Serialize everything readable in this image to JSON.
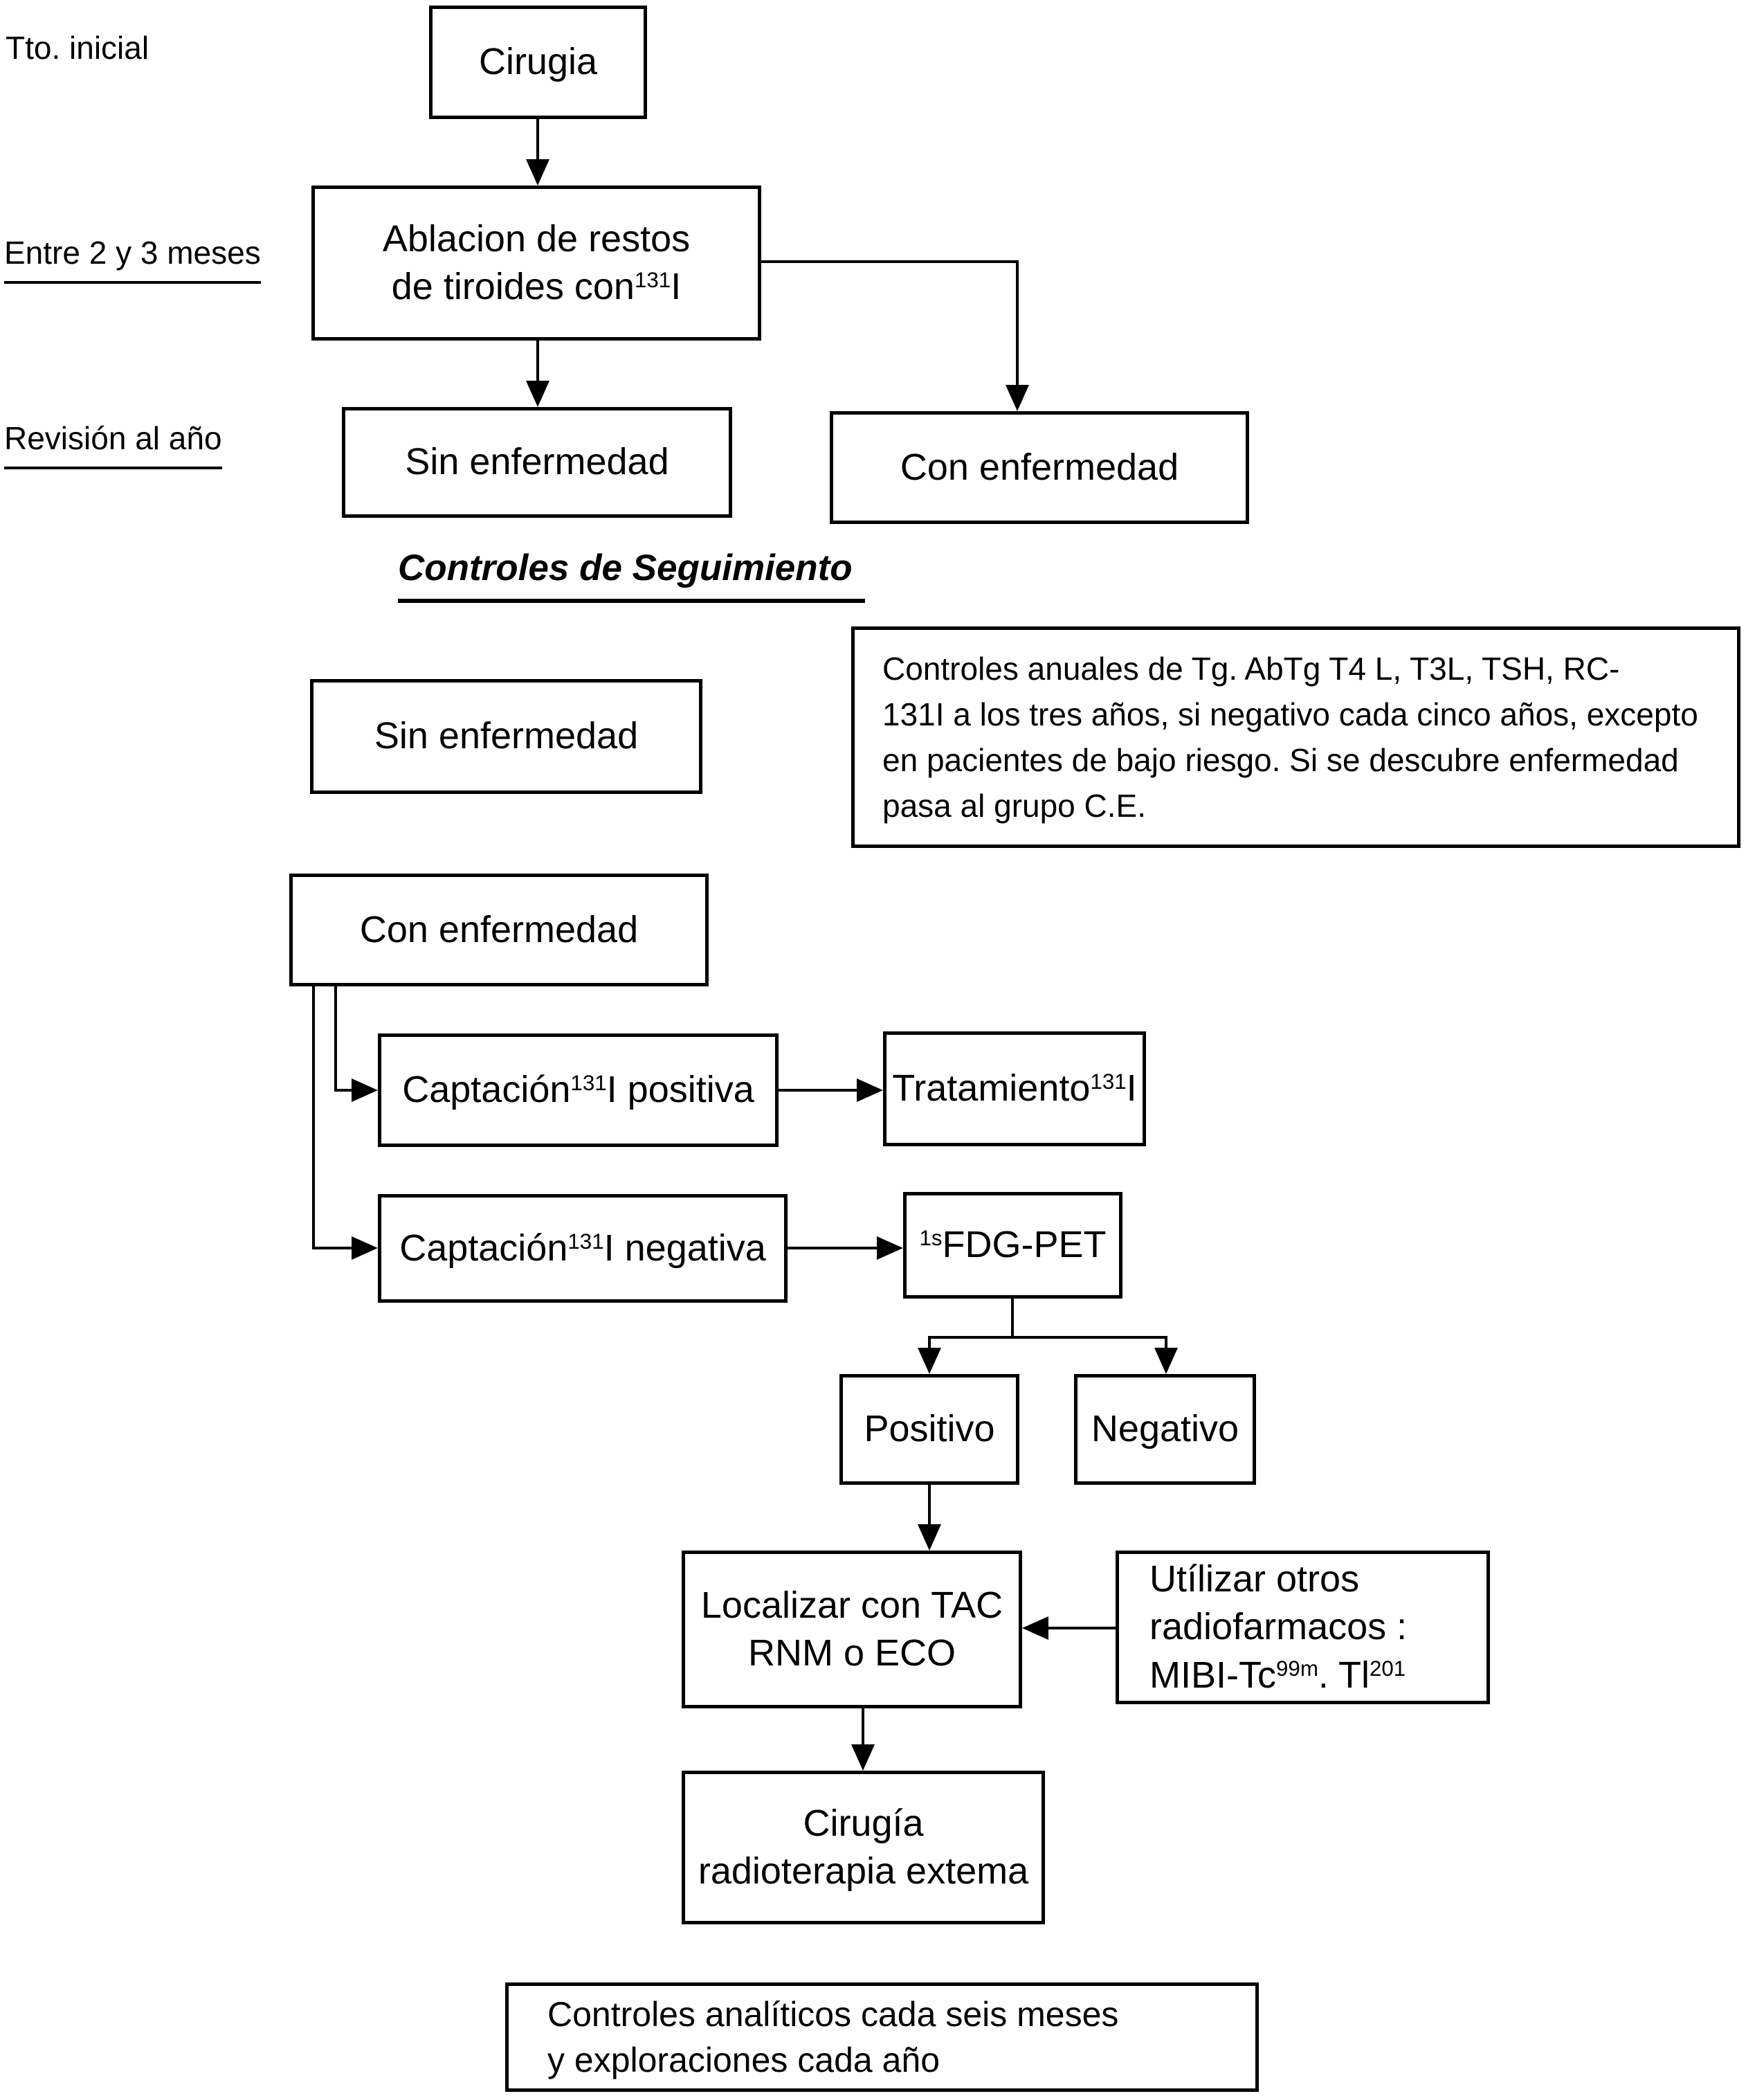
{
  "page": {
    "background": "#ffffff",
    "line_color": "#000000",
    "text_color": "#000000"
  },
  "labels": {
    "tto_inicial": "Tto. inicial",
    "entre_2_y_3_meses": "Entre 2 y 3 meses",
    "revision_al_ano": "Revisión al año",
    "heading": "Controles de Seguimiento"
  },
  "boxes": {
    "cirugia": {
      "label": "Cirugia"
    },
    "ablacion": {
      "line1": "Ablacion de restos",
      "line2_pre": "de tiroides con",
      "line2_sup": "131",
      "line2_post": "I"
    },
    "sin_enfermedad_1": {
      "label": "Sin enfermedad"
    },
    "con_enfermedad_1": {
      "label": "Con enfermedad"
    },
    "sin_enfermedad_2": {
      "label": "Sin enfermedad"
    },
    "controles_anuales": {
      "line1": "Controles anuales de Tg. AbTg T4 L, T3L, TSH, RC-",
      "line2": "131I a los tres años, si negativo cada cinco años, excepto",
      "line3": "en pacientes de bajo riesgo. Si se descubre enfermedad",
      "line4": "pasa al grupo C.E."
    },
    "con_enfermedad_2": {
      "label": "Con enfermedad"
    },
    "captacion_positiva": {
      "pre": "Captación",
      "sup": "131",
      "post": "I positiva"
    },
    "tratamiento": {
      "pre": "Tratamiento",
      "sup": "131",
      "post": "I"
    },
    "captacion_negativa": {
      "pre": "Captación",
      "sup": "131",
      "post": "I negativa"
    },
    "fdg_pet": {
      "sup": "1s",
      "post": "FDG-PET"
    },
    "positivo": {
      "label": "Positivo"
    },
    "negativo": {
      "label": "Negativo"
    },
    "localizar": {
      "line1": "Localizar con TAC",
      "line2": "RNM o ECO"
    },
    "utilizar_radiofarmacos": {
      "line1": "Utílizar otros",
      "line2": "radiofarmacos :",
      "line3_pre": "MIBI-Tc",
      "line3_sup1": "99m",
      "line3_mid": ". Tl",
      "line3_sup2": "201"
    },
    "cirugia_radioterapia": {
      "line1": "Cirugía",
      "line2": "radioterapia extema"
    },
    "controles_analiticos": {
      "line1": "Controles analíticos cada seis meses",
      "line2": "y exploraciones cada año"
    }
  }
}
